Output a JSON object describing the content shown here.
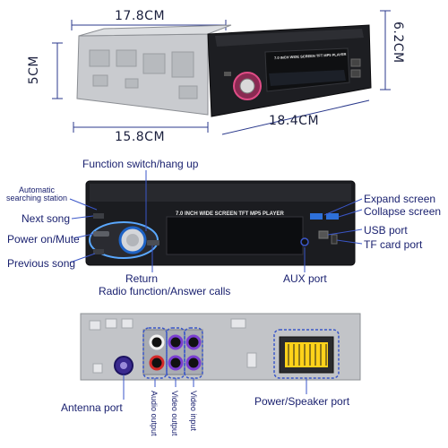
{
  "dimensions": {
    "width": "17.8CM",
    "height": "6.2CM",
    "depth": "5CM",
    "front_width": "18.4CM",
    "body_width": "15.8CM"
  },
  "unit_top": {
    "screen_text": "7.0 INCH WIDE SCREEN TFT  MP5 PLAYER"
  },
  "front_panel": {
    "screen_text": "7.0 INCH WIDE SCREEN TFT  MP5 PLAYER",
    "callouts": {
      "function_switch": "Function switch/hang up",
      "auto_search": "Automatic\nsearching station",
      "next_song": "Next song",
      "power_mute": "Power on/Mute",
      "previous_song": "Previous song",
      "return": "Return",
      "radio_answer": "Radio function/Answer calls",
      "aux_port": "AUX port",
      "expand_screen": "Expand screen",
      "collapse_screen": "Collapse screen",
      "usb_port": "USB port",
      "tf_card_port": "TF card port"
    }
  },
  "rear_panel": {
    "callouts": {
      "antenna_port": "Antenna port",
      "power_speaker_port": "Power/Speaker port",
      "audio_output": "Audio output",
      "video_output": "Video output",
      "video_input": "Video input"
    }
  },
  "colors": {
    "label_blue": "#1b2270",
    "callout_line": "#3a56c8",
    "dim_line": "#2b3a8c"
  }
}
